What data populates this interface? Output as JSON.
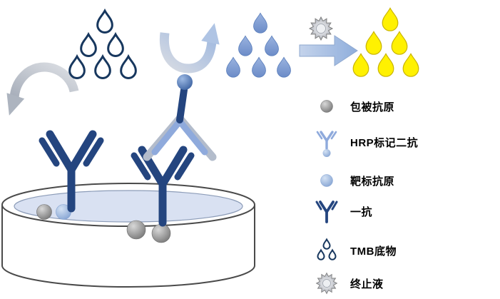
{
  "legend": {
    "items": [
      {
        "icon": "coated-antigen-icon",
        "label": "包被抗原"
      },
      {
        "icon": "hrp-secondary-antibody-icon",
        "label": "HRP标记二抗"
      },
      {
        "icon": "target-antigen-icon",
        "label": "靶标抗原"
      },
      {
        "icon": "primary-antibody-icon",
        "label": "一抗"
      },
      {
        "icon": "tmb-substrate-icon",
        "label": "TMB底物"
      },
      {
        "icon": "stop-solution-icon",
        "label": "终止液"
      }
    ]
  },
  "colors": {
    "antibody_dark_blue": "#24457F",
    "secondary_light_blue": "#8FAADC",
    "droplet_outline_blue": "#17375E",
    "droplet_fill_blue": "#7F9DD3",
    "product_yellow": "#FFF101",
    "antigen_gray": "#8C8C8C",
    "well_liquid": "#D9E1F2",
    "arrow_gray": "#B9BFC9"
  },
  "droplet_clusters": {
    "tmb_substrate_count": 6,
    "bound_substrate_count": 6,
    "colored_product_count": 6
  }
}
